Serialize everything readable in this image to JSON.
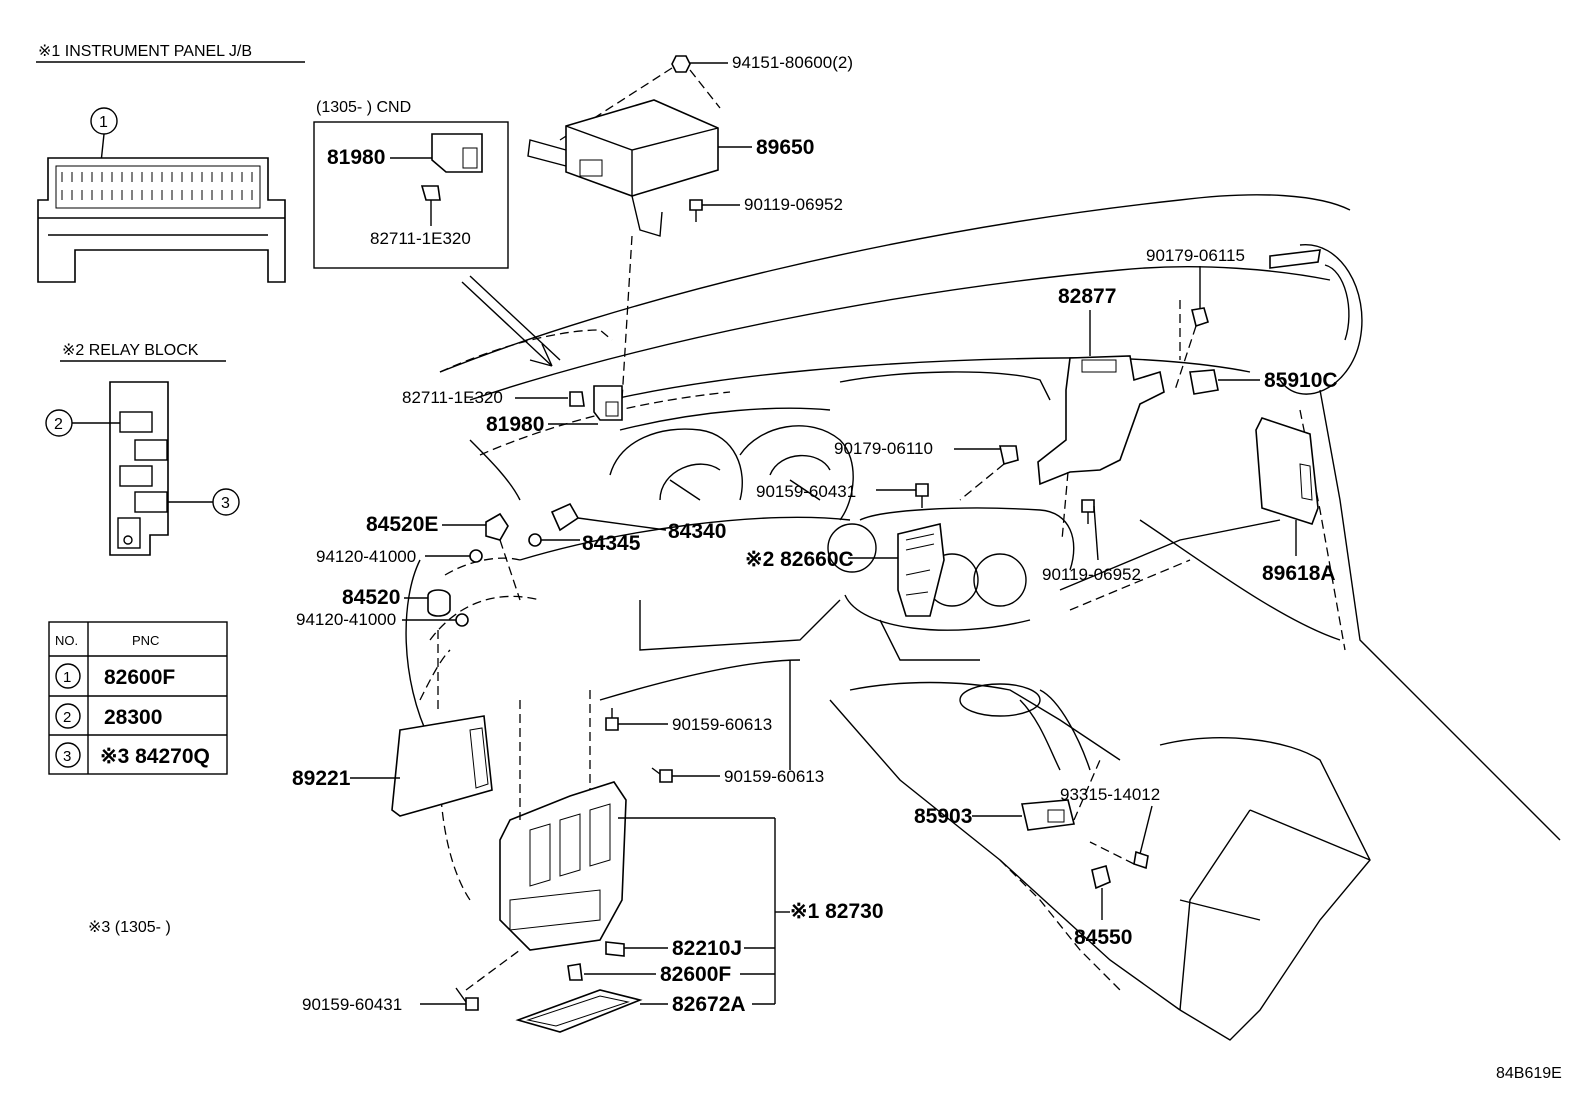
{
  "legend": {
    "instrument_panel_jb": "※1 INSTRUMENT PANEL J/B",
    "relay_block": "※2 RELAY BLOCK",
    "note3": "※3 (1305-        )",
    "cnd_header": "(1305-        ) CND",
    "circle_1": "1",
    "circle_2": "2",
    "circle_3": "3"
  },
  "pnc_table": {
    "col_no": "NO.",
    "col_pnc": "PNC",
    "rows": [
      {
        "no": "1",
        "pnc": "82600F"
      },
      {
        "no": "2",
        "pnc": "28300"
      },
      {
        "no": "3",
        "pnc": "※3 84270Q"
      }
    ]
  },
  "parts": {
    "p94151": "94151-80600(2)",
    "p89650": "89650",
    "p90119_top": "90119-06952",
    "p81980_box": "81980",
    "p82711_box": "82711-1E320",
    "p82711": "82711-1E320",
    "p81980": "81980",
    "p84520E": "84520E",
    "p94120_a": "94120-41000",
    "p84520": "84520",
    "p94120_b": "94120-41000",
    "p84345": "84345",
    "p84340": "84340",
    "p82660C": "※2 82660C",
    "p90179_06110": "90179-06110",
    "p90159_60431_top": "90159-60431",
    "p82877": "82877",
    "p90179_06115": "90179-06115",
    "p85910C": "85910C",
    "p90119_right": "90119-06952",
    "p89618A": "89618A",
    "p89221": "89221",
    "p90159_60613_a": "90159-60613",
    "p90159_60613_b": "90159-60613",
    "p85903": "85903",
    "p93315": "93315-14012",
    "p84550": "84550",
    "p82730": "※1 82730",
    "p82210J": "82210J",
    "p82600F": "82600F",
    "p82672A": "82672A",
    "p90159_60431_bot": "90159-60431"
  },
  "footer": {
    "code": "84B619E"
  }
}
